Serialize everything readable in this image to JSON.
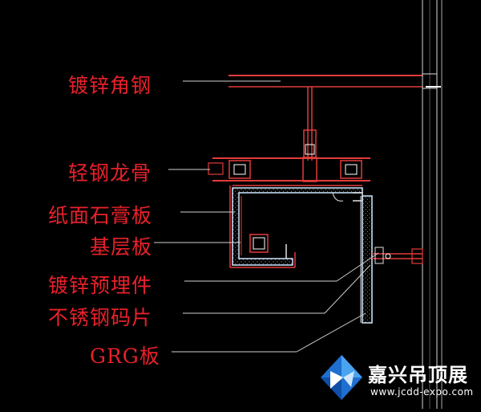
{
  "labels": [
    "镀锌角钢",
    "轻钢龙骨",
    "纸面石膏板",
    "基层板",
    "镀锌预埋件",
    "不锈钢码片",
    "GRG板"
  ],
  "logo": {
    "name": "嘉兴吊顶展",
    "url": "www.jcdd-expo.com"
  },
  "colors": {
    "label": "#e8212a",
    "background": "#000000",
    "structure_red": "#d23a3a",
    "leader_white": "#cfcfcf",
    "board_cyan": "#cfe8ff",
    "logo_blue": "#2a7fd8"
  }
}
